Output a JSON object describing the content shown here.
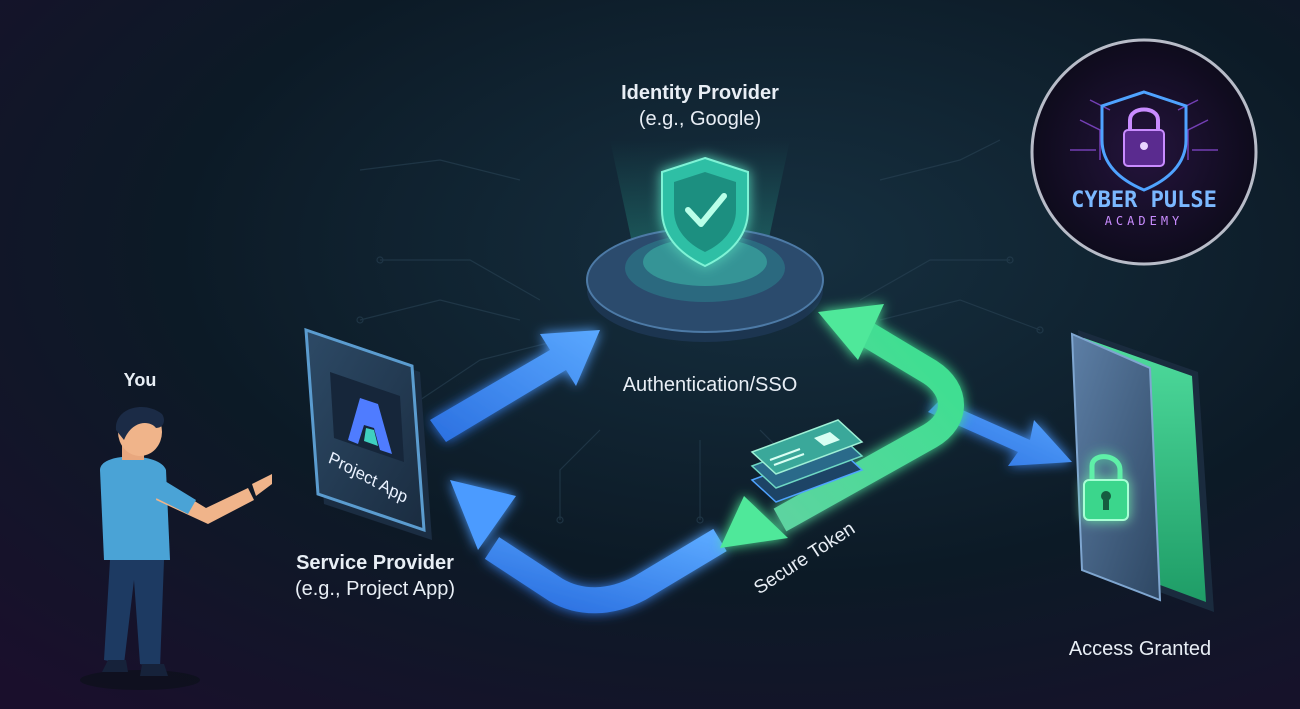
{
  "identity_provider": {
    "title": "Identity Provider",
    "subtitle": "(e.g., Google)"
  },
  "service_provider": {
    "title": "Service Provider",
    "subtitle": "(e.g., Project App)"
  },
  "user": {
    "label": "You"
  },
  "app_tile": {
    "label": "Project App"
  },
  "flow": {
    "authentication_label": "Authentication/SSO",
    "token_label": "Secure Token"
  },
  "resource": {
    "label": "Access Granted"
  },
  "brand": {
    "line1": "CYBER PULSE",
    "line2": "ACADEMY"
  },
  "colors": {
    "background": "#0b1622",
    "blue_arrow": "#3b8cff",
    "green_arrow": "#4fe89a",
    "shield": "#3fd6b4",
    "brand_blue": "#7bb8ff",
    "brand_purple": "#c98cff"
  }
}
